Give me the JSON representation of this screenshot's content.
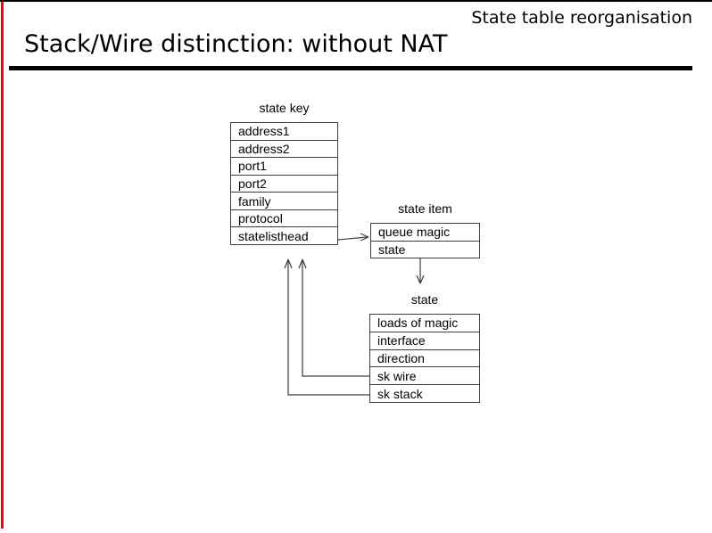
{
  "header": {
    "corner_title": "State table reorganisation",
    "title": "Stack/Wire distinction: without NAT"
  },
  "colors": {
    "accent_red": "#ff0000",
    "line": "#3d3d3d",
    "text": "#000000",
    "background": "#ffffff"
  },
  "diagram": {
    "tables": [
      {
        "label": "state key",
        "rows": [
          "address1",
          "address2",
          "port1",
          "port2",
          "family",
          "protocol",
          "statelisthead"
        ]
      },
      {
        "label": "state item",
        "rows": [
          "queue magic",
          "state"
        ]
      },
      {
        "label": "state",
        "rows": [
          "loads of magic",
          "interface",
          "direction",
          "sk wire",
          "sk stack"
        ]
      }
    ],
    "connections": [
      {
        "from": "state key.statelisthead",
        "to": "state item",
        "direction": "right"
      },
      {
        "from": "state item.state",
        "to": "state",
        "direction": "down"
      },
      {
        "from": "state.sk wire",
        "to": "state key",
        "direction": "up"
      },
      {
        "from": "state.sk stack",
        "to": "state key",
        "direction": "up"
      }
    ]
  }
}
